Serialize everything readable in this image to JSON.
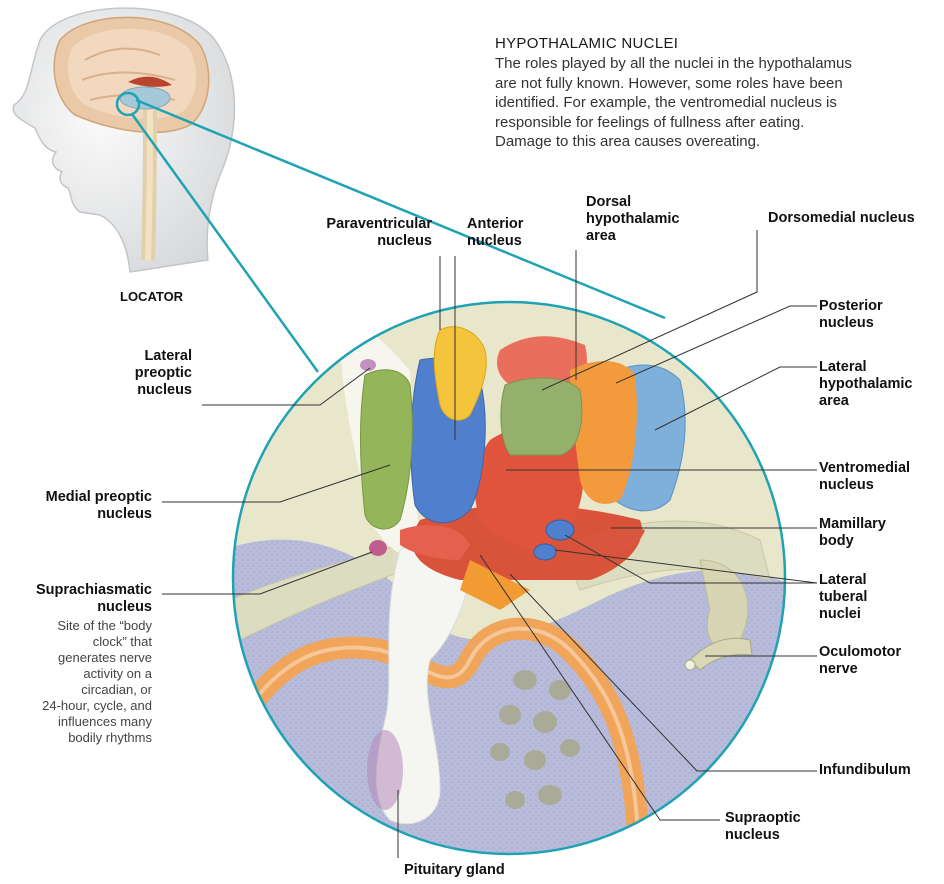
{
  "header": {
    "title": "HYPOTHALAMIC NUCLEI",
    "body_lines": [
      "The roles played by all the nuclei in the hypothalamus",
      "are not fully known. However, some roles have been",
      "identified. For example, the ventromedial nucleus is",
      "responsible for feelings of fullness after eating.",
      "Damage to this area causes overeating."
    ]
  },
  "locator": {
    "label": "LOCATOR"
  },
  "labels": {
    "paraventricular": [
      "Paraventricular",
      "nucleus"
    ],
    "anterior": [
      "Anterior",
      "nucleus"
    ],
    "dorsal": [
      "Dorsal",
      "hypothalamic",
      "area"
    ],
    "dorsomedial": [
      "Dorsomedial nucleus"
    ],
    "posterior": [
      "Posterior",
      "nucleus"
    ],
    "lateral_hypothalamic": [
      "Lateral",
      "hypothalamic",
      "area"
    ],
    "ventromedial": [
      "Ventromedial",
      "nucleus"
    ],
    "mamillary": [
      "Mamillary",
      "body"
    ],
    "lateral_tuberal": [
      "Lateral",
      "tuberal",
      "nuclei"
    ],
    "oculomotor": [
      "Oculomotor",
      "nerve"
    ],
    "infundibulum": [
      "Infundibulum"
    ],
    "supraoptic": [
      "Supraoptic",
      "nucleus"
    ],
    "pituitary": [
      "Pituitary gland"
    ],
    "lateral_preoptic": [
      "Lateral",
      "preoptic",
      "nucleus"
    ],
    "medial_preoptic": [
      "Medial preoptic",
      "nucleus"
    ],
    "suprachiasmatic": [
      "Suprachiasmatic",
      "nucleus"
    ]
  },
  "suprachiasmatic_desc": [
    "Site of the “body",
    "clock” that",
    "generates nerve",
    "activity on a",
    "circadian, or",
    "24-hour, cycle, and",
    "influences many",
    "bodily rhythms"
  ],
  "colors": {
    "circle_outline": "#1fa3b4",
    "leader_lines": "#333333",
    "red_nucleus": "#e0533f",
    "blue_nucleus": "#4a78c8",
    "green_nucleus": "#8fb04c",
    "yellow_nucleus": "#f2c234",
    "orange_nucleus": "#f39a3a",
    "background_lavender": "#b9bedb",
    "tan_tissue": "#e8e6c8"
  }
}
